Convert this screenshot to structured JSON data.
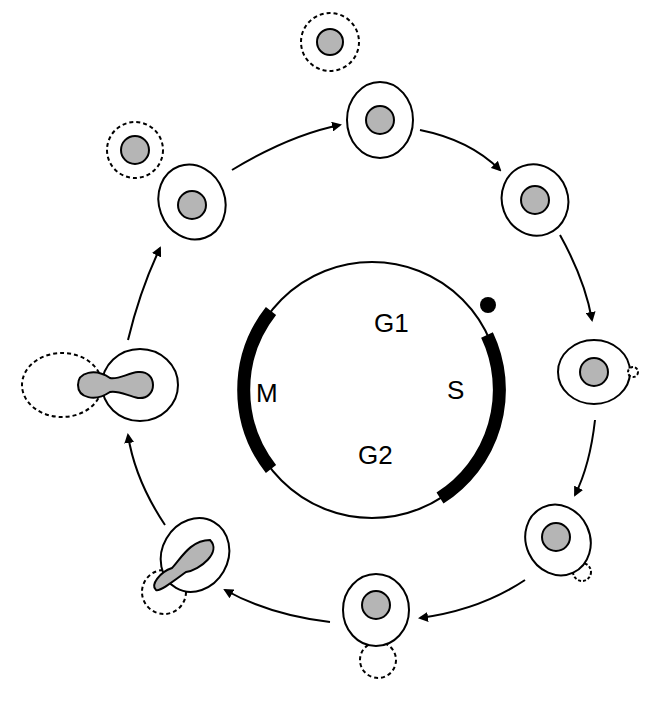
{
  "diagram": {
    "labels": [
      "G1",
      "M",
      "S",
      "G2"
    ]
  }
}
